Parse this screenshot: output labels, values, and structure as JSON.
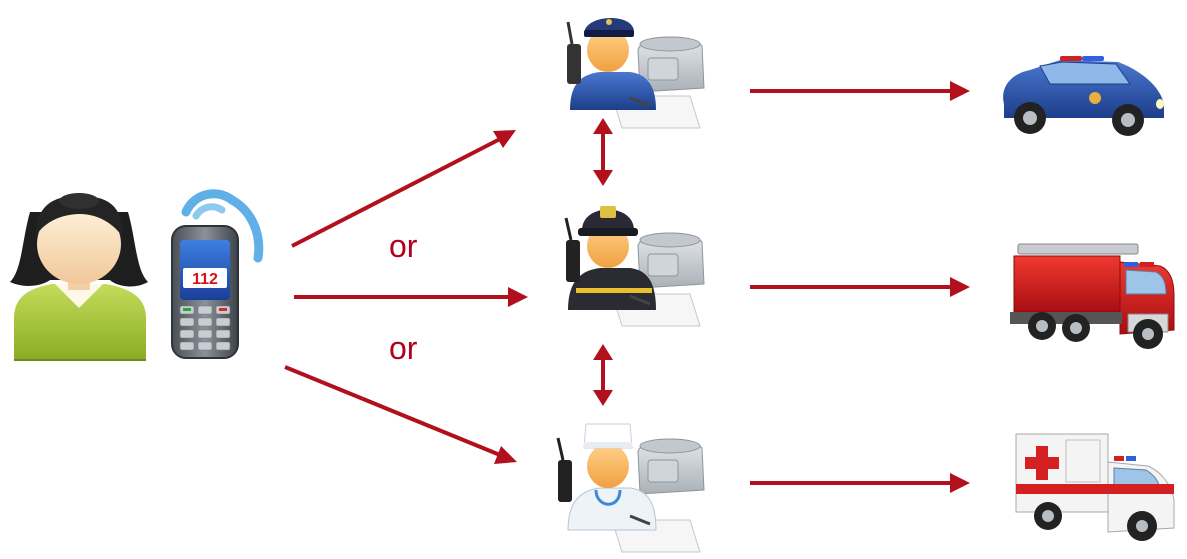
{
  "connector_labels": [
    "or",
    "or"
  ],
  "phone": {
    "number": "112"
  },
  "colors": {
    "arrow": "#b3101e",
    "caller_shirt": "#a8c83a",
    "police_uniform": "#2e4f9e",
    "fire_uniform": "#2b2b33",
    "fire_truck": "#d0181c",
    "ambulance_body": "#f4f4f4",
    "ambulance_stripe": "#d42020",
    "signal_waves": "#5fb0e6"
  },
  "icons": {
    "caller": "person-icon",
    "phone": "mobile-phone-icon",
    "police_dispatcher": "police-operator-icon",
    "fire_dispatcher": "firefighter-operator-icon",
    "medical_dispatcher": "medic-operator-icon",
    "police_vehicle": "police-car-icon",
    "fire_vehicle": "fire-truck-icon",
    "medical_vehicle": "ambulance-icon"
  }
}
